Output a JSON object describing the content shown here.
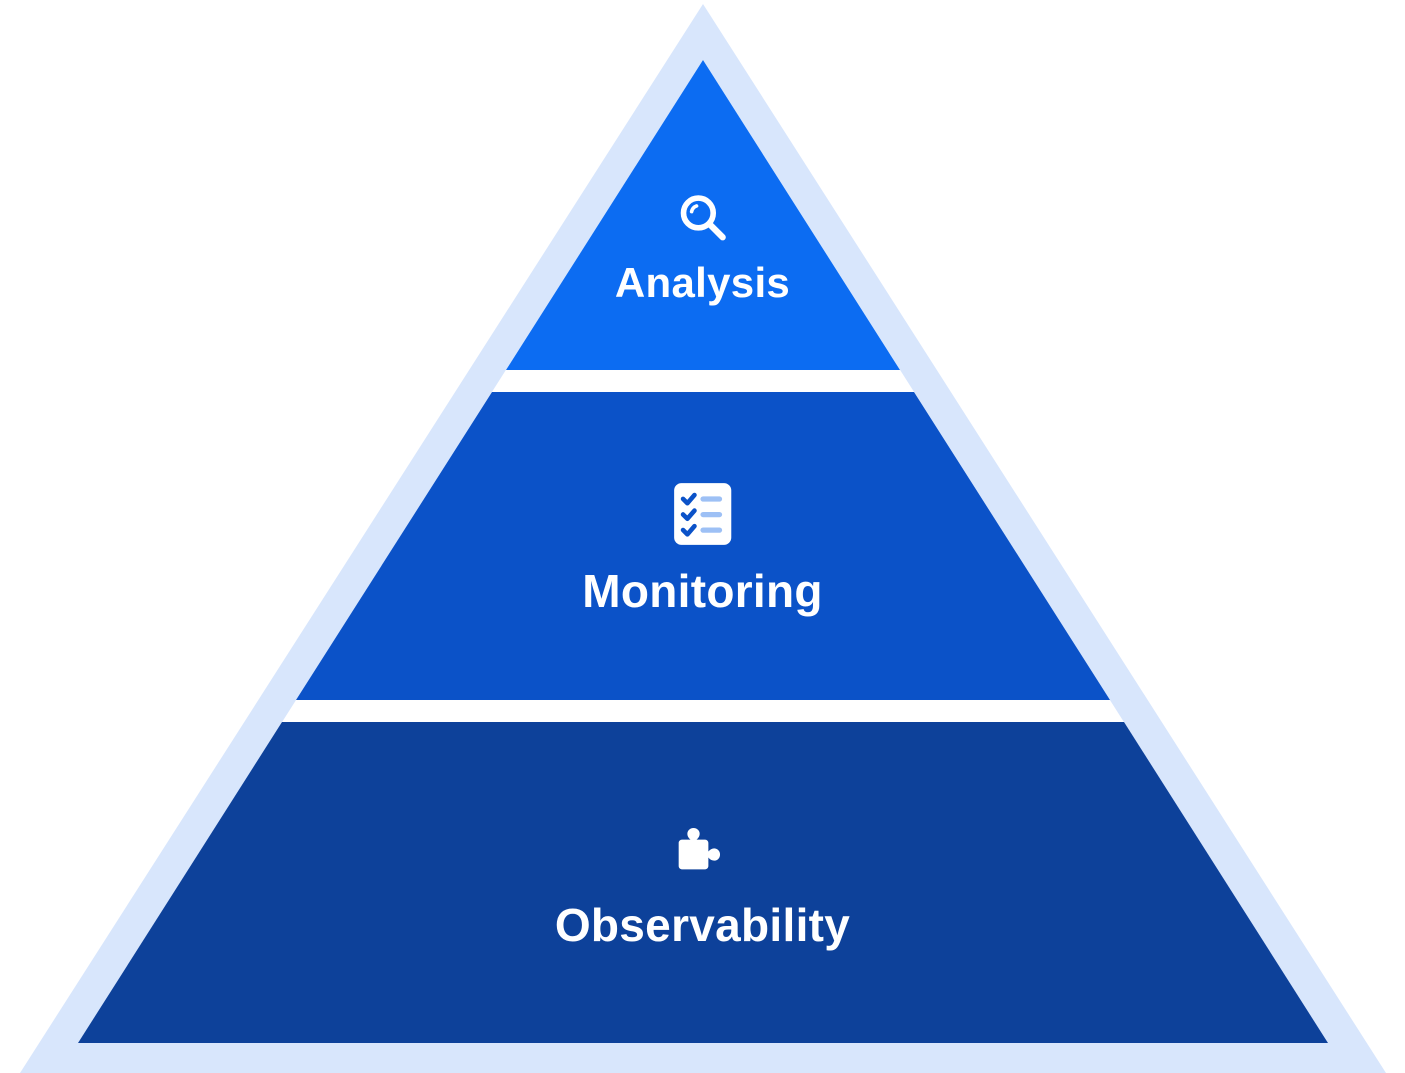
{
  "diagram": {
    "type": "pyramid",
    "outline_color": "#D8E6FC",
    "background_color": "#FFFFFF",
    "text_color": "#FFFFFF",
    "tiers": [
      {
        "label": "Analysis",
        "icon": "search-icon",
        "color": "#0C6CF2"
      },
      {
        "label": "Monitoring",
        "icon": "checklist-icon",
        "color": "#0B52C8",
        "icon_detail": {
          "check_color": "#0B52C8",
          "line_color": "#9DC0F5"
        }
      },
      {
        "label": "Observability",
        "icon": "puzzle-icon",
        "color": "#0D419A"
      }
    ]
  }
}
